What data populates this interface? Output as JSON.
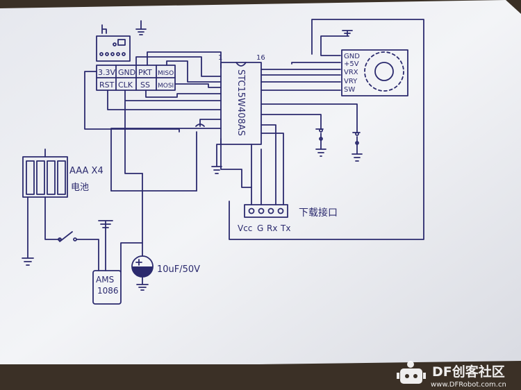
{
  "chip": {
    "name": "STC15W408AS",
    "pin_first": "1",
    "pin_last": "16"
  },
  "rf_module": {
    "pins_top": [
      "3.3V",
      "GND",
      "PKT",
      "MISO"
    ],
    "pins_bottom": [
      "RST",
      "CLK",
      "SS",
      "MOSI"
    ]
  },
  "joystick": {
    "pins": [
      "GND",
      "+5V",
      "VRX",
      "VRY",
      "SW"
    ]
  },
  "battery": {
    "label_line1": "AAA X4",
    "label_line2": "电池"
  },
  "regulator": {
    "line1": "AMS",
    "line2": "1086"
  },
  "capacitor": {
    "label": "10uF/50V"
  },
  "download_port": {
    "title": "下载接口",
    "pins": [
      "Vcc",
      "G",
      "Rx",
      "Tx"
    ]
  },
  "watermark": {
    "brand": "DF创客社区",
    "url": "www.DFRobot.com.cn"
  },
  "colors": {
    "ink": "#2b2a6e",
    "paper": "#eef0f4",
    "background": "#3a3026"
  }
}
